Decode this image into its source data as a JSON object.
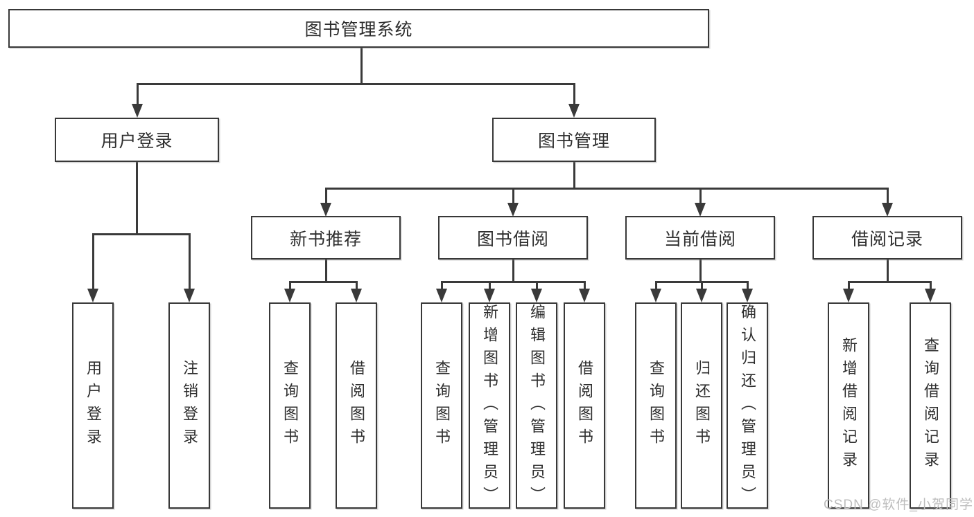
{
  "diagram": {
    "tree": {
      "root": {
        "label": "图书管理系统"
      },
      "children": [
        {
          "label": "用户登录",
          "children": [
            {
              "label": "用户登录"
            },
            {
              "label": "注销登录"
            }
          ]
        },
        {
          "label": "图书管理",
          "children": [
            {
              "label": "新书推荐",
              "children": [
                {
                  "label": "查询图书"
                },
                {
                  "label": "借阅图书"
                }
              ]
            },
            {
              "label": "图书借阅",
              "children": [
                {
                  "label": "查询图书"
                },
                {
                  "label": "新增图书（管理员）"
                },
                {
                  "label": "编辑图书（管理员）"
                },
                {
                  "label": "借阅图书"
                }
              ]
            },
            {
              "label": "当前借阅",
              "children": [
                {
                  "label": "查询图书"
                },
                {
                  "label": "归还图书"
                },
                {
                  "label": "确认归还（管理员）"
                }
              ]
            },
            {
              "label": "借阅记录",
              "children": [
                {
                  "label": "新增借阅记录"
                },
                {
                  "label": "查询借阅记录"
                }
              ]
            }
          ]
        }
      ]
    },
    "watermark": "CSDN @软件_小贺同学",
    "colors": {
      "line": "#3a3a3a",
      "box_border": "#383838",
      "text": "#2e2e2e",
      "watermark": "#bdbdbd",
      "background": "#ffffff"
    }
  }
}
